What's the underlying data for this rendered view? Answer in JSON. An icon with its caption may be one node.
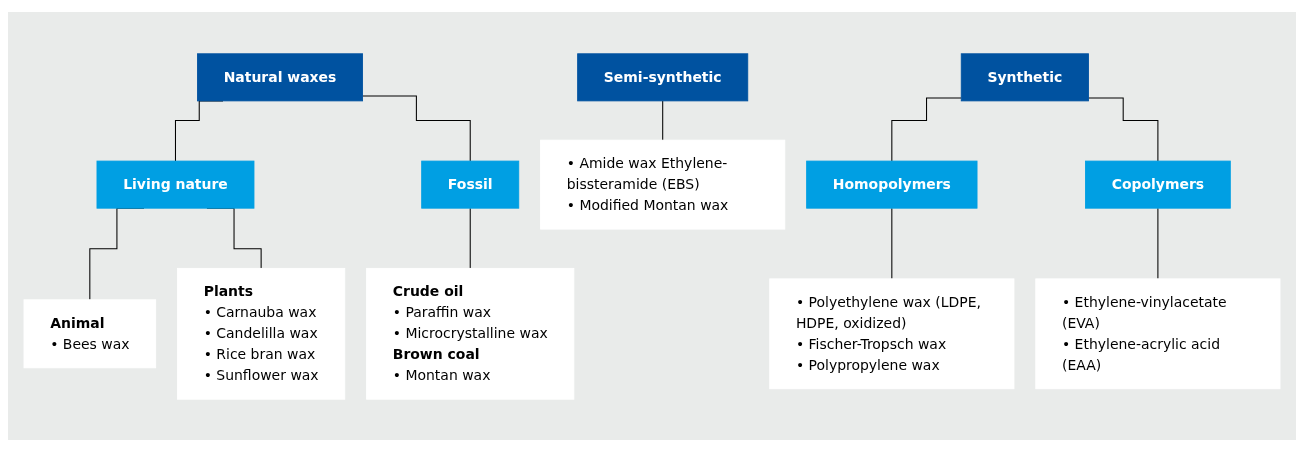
{
  "diagram": {
    "nodes": [
      {
        "text": [
          "Natural waxes"
        ]
      },
      {
        "text": [
          "Living nature"
        ]
      },
      {
        "text": [
          "Fossil"
        ]
      },
      {
        "text": [
          "Animal",
          "• Bees wax"
        ]
      },
      {
        "text": [
          "Plants",
          "• Carnauba wax",
          "• Candelilla wax",
          "• Rice bran wax",
          "• Sunflower wax"
        ]
      },
      {
        "text": [
          "Crude oil",
          "• Paraffin wax",
          "• Microcrystalline wax",
          "Brown coal",
          "• Montan wax"
        ]
      },
      {
        "text": [
          "Semi-synthetic"
        ]
      },
      {
        "text": [
          "• Amide wax Ethylene-bissteramide (EBS)",
          "• Modified Montan wax"
        ]
      },
      {
        "text": [
          "Synthetic"
        ]
      },
      {
        "text": [
          "Homopolymers"
        ]
      },
      {
        "text": [
          "Copolymers"
        ]
      },
      {
        "text": [
          "• Polyethylene wax (LDPE, HDPE, oxidized)",
          "• Fischer-Tropsch wax",
          "• Polypropylene wax"
        ]
      },
      {
        "text": [
          "• Ethylene-vinylacetate (EVA)",
          "• Ethylene-acrylic acid (EAA)"
        ]
      }
    ],
    "edges": [
      {
        "from": 0,
        "to": 1,
        "arrow": "none"
      },
      {
        "from": 0,
        "to": 2,
        "arrow": "none"
      },
      {
        "from": 1,
        "to": 3,
        "arrow": "none"
      },
      {
        "from": 1,
        "to": 4,
        "arrow": "none"
      },
      {
        "from": 2,
        "to": 5,
        "arrow": "none"
      },
      {
        "from": 6,
        "to": 7,
        "arrow": "none"
      },
      {
        "from": 8,
        "to": 9,
        "arrow": "none"
      },
      {
        "from": 8,
        "to": 10,
        "arrow": "none"
      },
      {
        "from": 9,
        "to": 11,
        "arrow": "none"
      },
      {
        "from": 10,
        "to": 12,
        "arrow": "none"
      }
    ]
  }
}
